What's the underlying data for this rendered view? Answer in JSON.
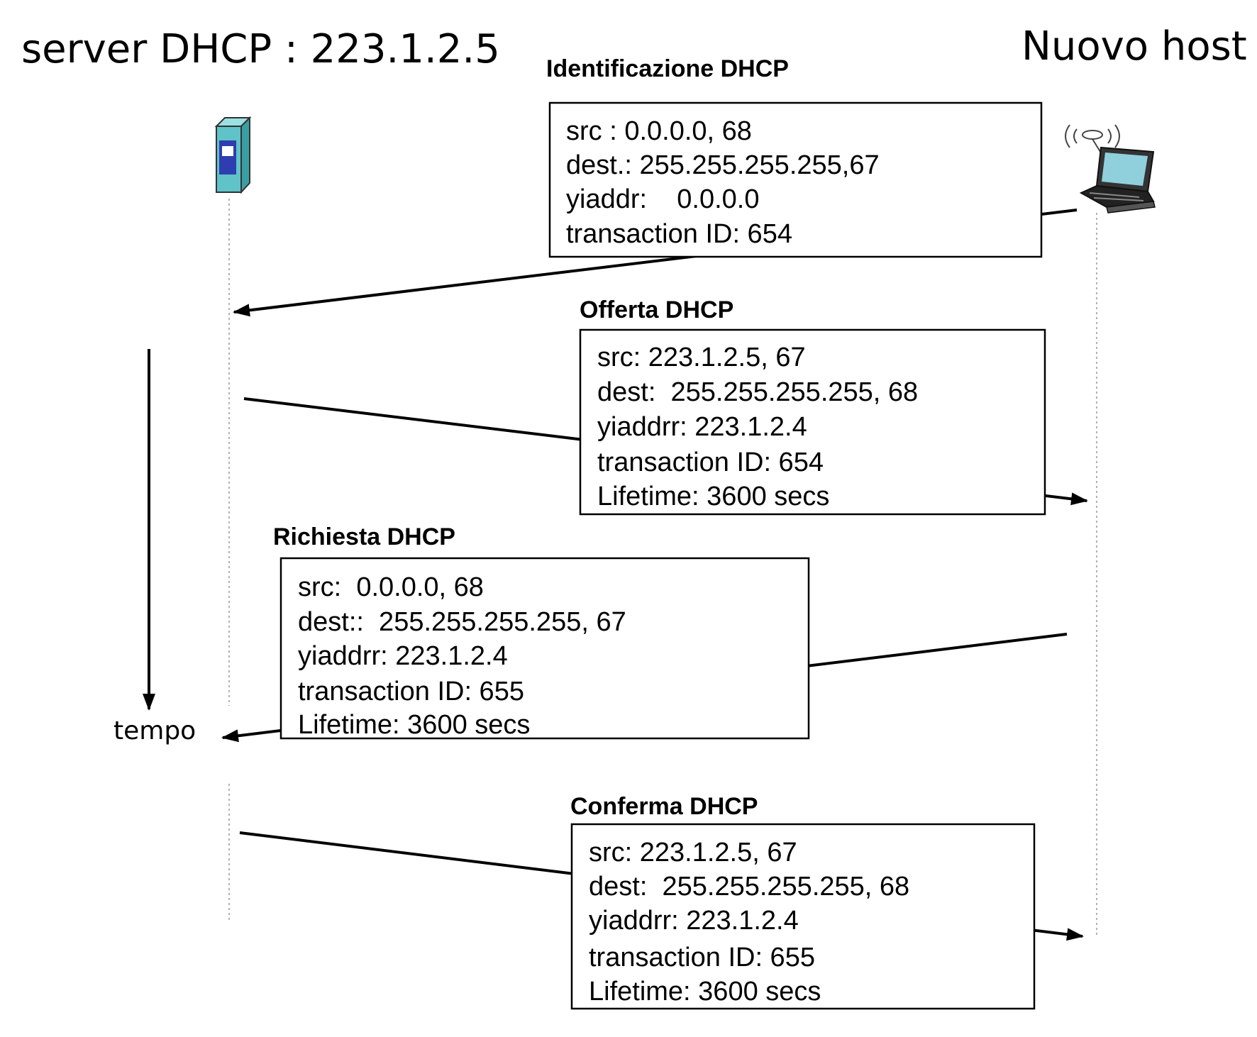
{
  "server_label": "server DHCP : 223.1.2.5",
  "host_label": "Nuovo host",
  "time_label": "tempo",
  "messages": [
    {
      "title": "Identificazione DHCP",
      "fields": [
        "src : 0.0.0.0, 68",
        "dest.: 255.255.255.255,67",
        "yiaddr:    0.0.0.0",
        "transaction ID: 654"
      ]
    },
    {
      "title": "Offerta DHCP",
      "fields": [
        "src: 223.1.2.5, 67",
        "dest:  255.255.255.255, 68",
        "yiaddrr: 223.1.2.4",
        "transaction ID: 654",
        "Lifetime: 3600 secs"
      ]
    },
    {
      "title": "Richiesta DHCP",
      "fields": [
        "src:  0.0.0.0, 68",
        "dest::  255.255.255.255, 67",
        "yiaddrr: 223.1.2.4",
        "transaction ID: 655",
        "Lifetime: 3600 secs"
      ]
    },
    {
      "title": "Conferma DHCP",
      "fields": [
        "src: 223.1.2.5, 67",
        "dest:  255.255.255.255, 68",
        "yiaddrr: 223.1.2.4",
        "transaction ID: 655",
        "Lifetime: 3600 secs"
      ]
    }
  ],
  "icons": {
    "server": "server-icon",
    "host": "laptop-icon"
  },
  "colors": {
    "server_body": "#5fc3c8",
    "server_panel": "#2e3db0"
  }
}
